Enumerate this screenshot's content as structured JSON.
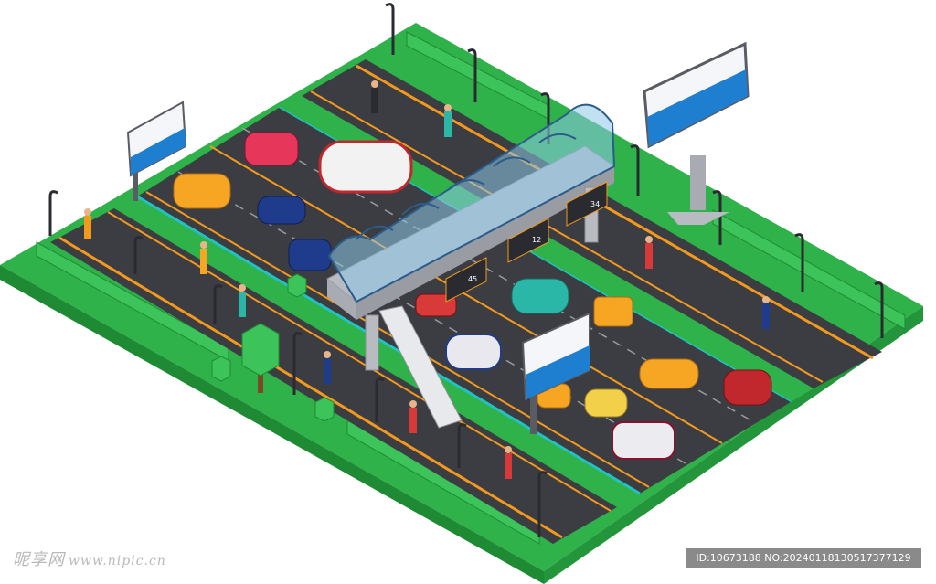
{
  "signs": {
    "sign_1": "45",
    "sign_2": "12",
    "sign_3": "34"
  },
  "watermark": {
    "brand": "昵享网",
    "site": "www.nipic.cn",
    "id_text": "ID:10673188 NO:20240118130517377129"
  },
  "colors": {
    "grass": "#2fb24a",
    "grass_side": "#1f8a34",
    "asphalt": "#3b3d42",
    "lane_orange": "#f39a1e",
    "glass": "#8ec6e8",
    "billboard_blue": "#1e7fd1"
  }
}
